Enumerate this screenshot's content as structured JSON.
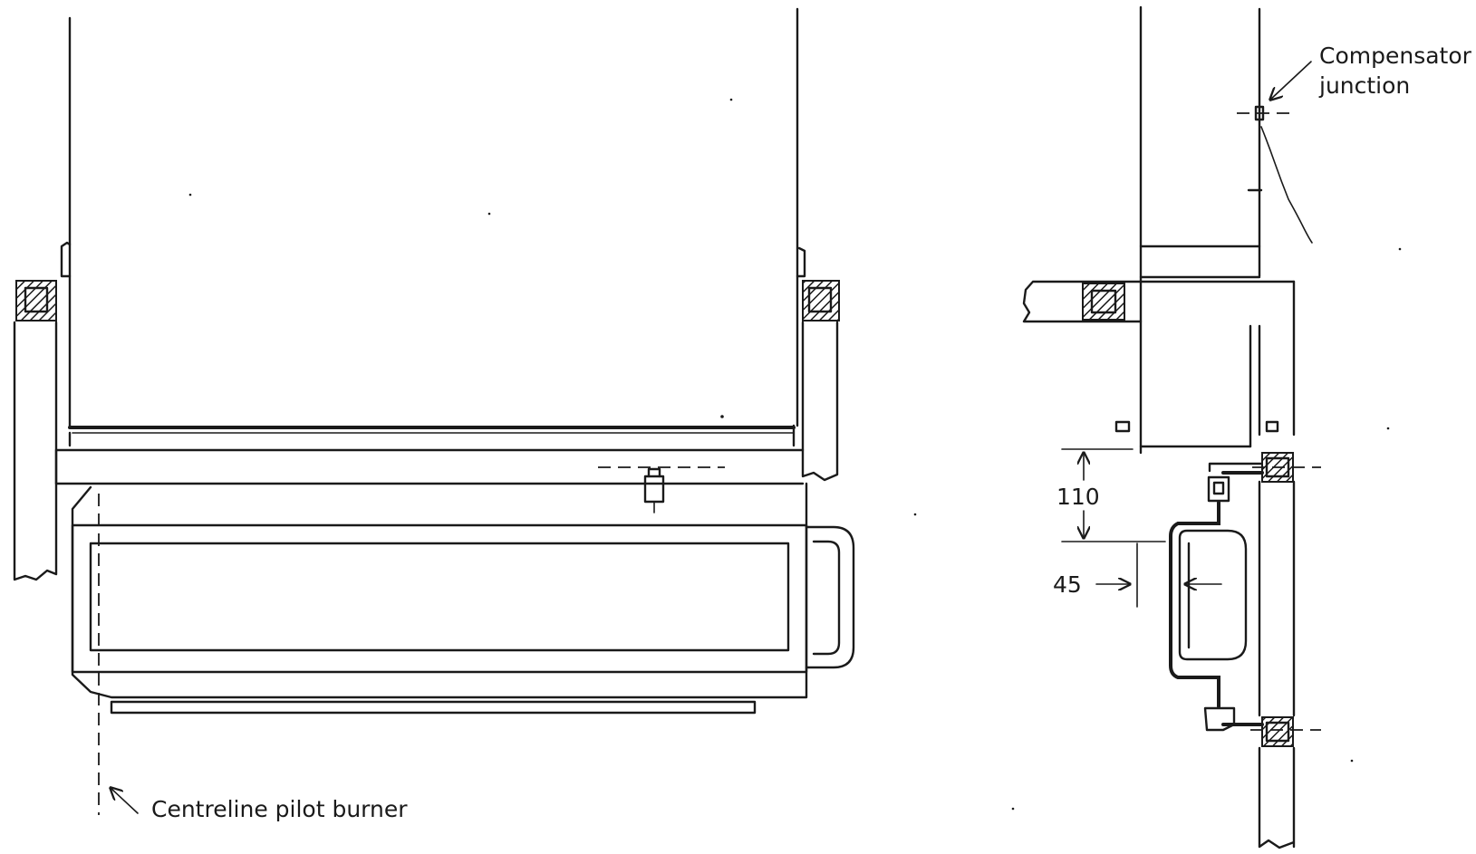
{
  "labels": {
    "compensator_line1": "Compensator",
    "compensator_line2": "junction",
    "centreline": "Centreline pilot burner"
  },
  "dimensions": {
    "vertical": "110",
    "horizontal": "45"
  },
  "colors": {
    "ink": "#1a1a1a",
    "paper": "#ffffff"
  }
}
